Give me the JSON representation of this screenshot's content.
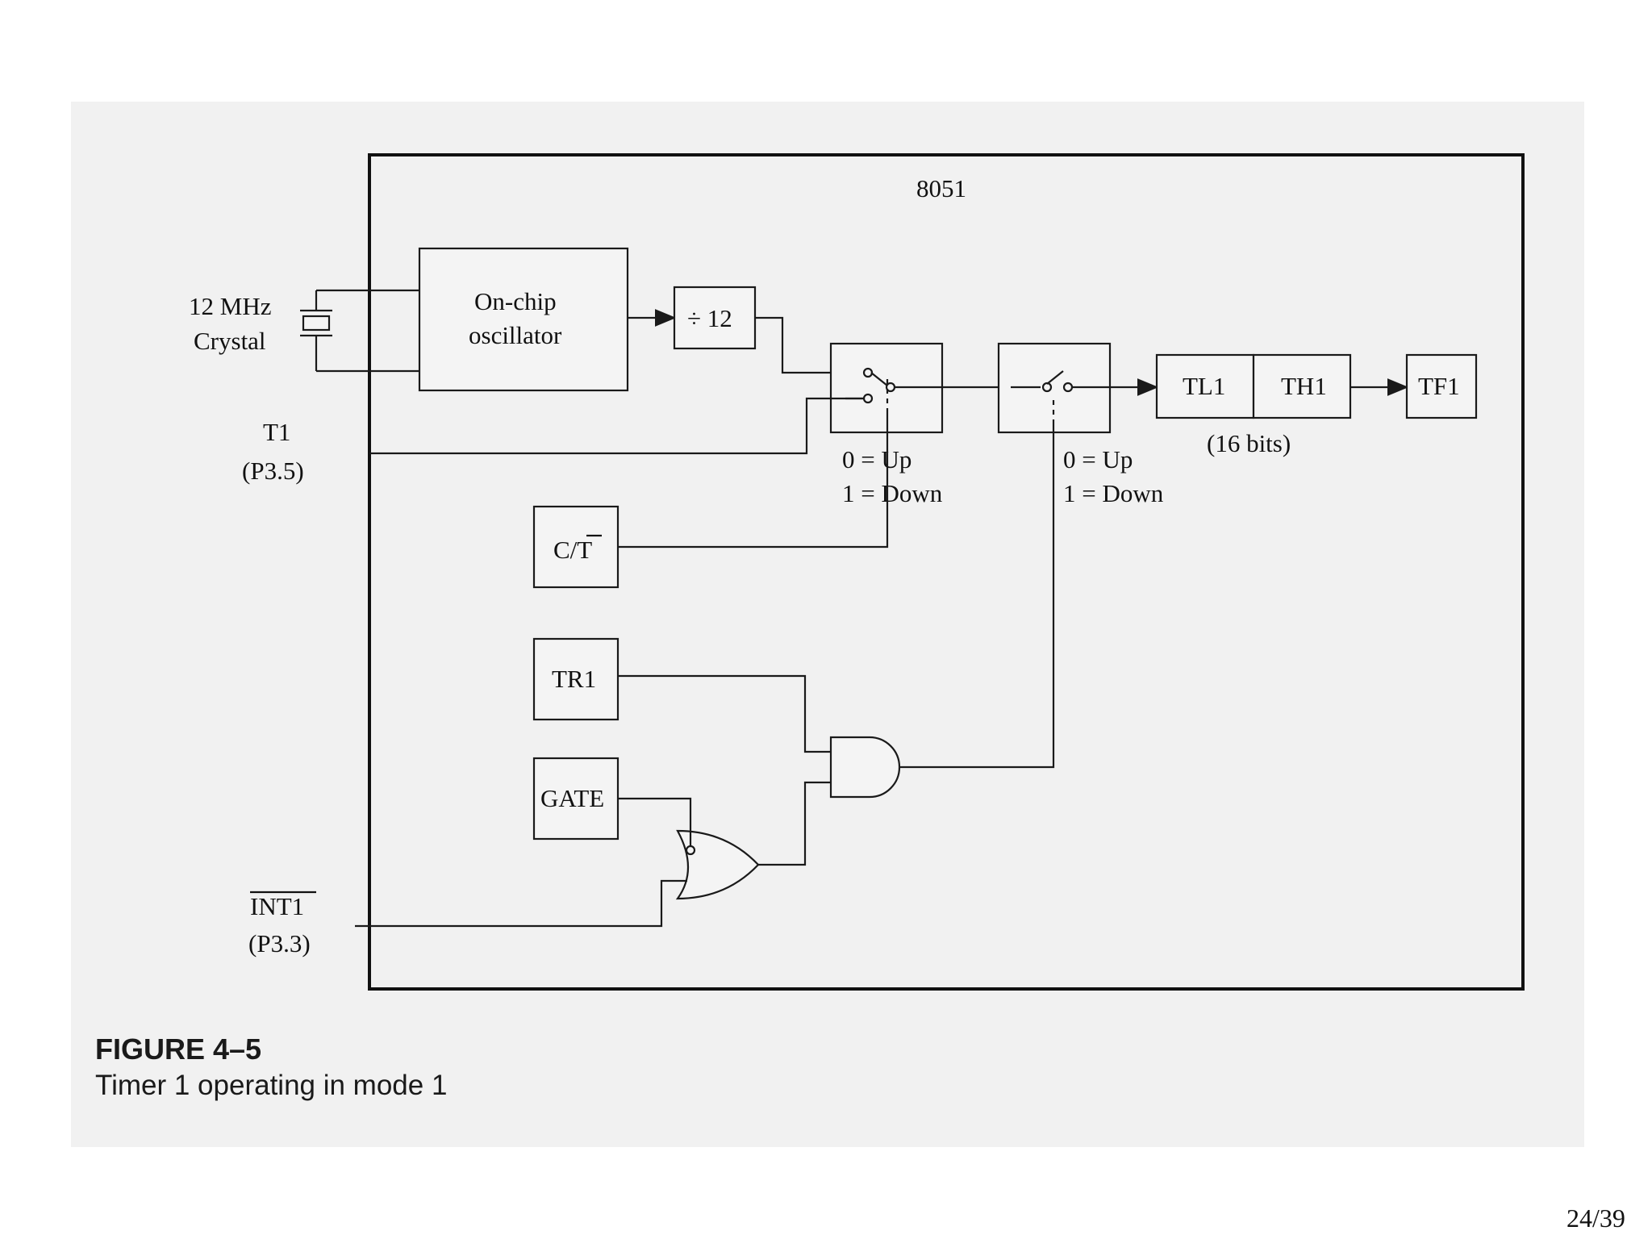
{
  "diagram": {
    "chip_label": "8051",
    "crystal": {
      "line1": "12 MHz",
      "line2": "Crystal"
    },
    "oscillator": {
      "line1": "On-chip",
      "line2": "oscillator"
    },
    "divider": "÷ 12",
    "t1_pin": {
      "line1": "T1",
      "line2": "(P3.5)"
    },
    "switch1_labels": {
      "line1": "0 = Up",
      "line2": "1 = Down"
    },
    "switch2_labels": {
      "line1": "0 = Up",
      "line2": "1 = Down"
    },
    "tl1": "TL1",
    "th1": "TH1",
    "counter_bits": "(16 bits)",
    "tf1": "TF1",
    "ct": "C/T",
    "tr1": "TR1",
    "gate": "GATE",
    "int1_pin": {
      "line1": "INT1",
      "line2": "(P3.3)"
    }
  },
  "caption": {
    "figure_number": "FIGURE 4–5",
    "figure_title": "Timer 1 operating in mode 1"
  },
  "page_number": "24/39"
}
